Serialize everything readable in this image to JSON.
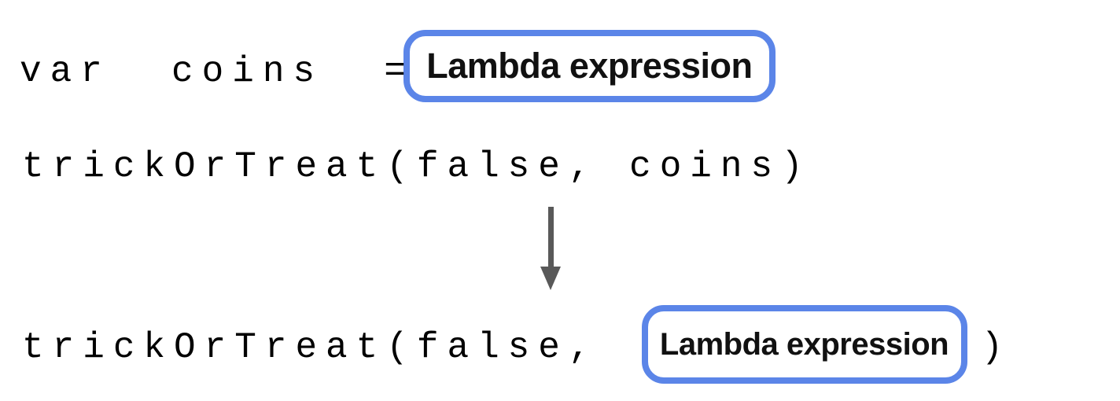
{
  "colors": {
    "badge-border": "#5b85e8",
    "arrow": "#595959",
    "code_text": "#000000",
    "badge_text": "#111111",
    "background": "#ffffff"
  },
  "diagram": {
    "assignment_line": {
      "code": "var  coins  =",
      "badge_label": "Lambda expression"
    },
    "call_line": {
      "code": "trickOrTreat(false, coins)"
    },
    "arrow_icon": "down-arrow",
    "substituted_call_line": {
      "code_before": "trickOrTreat(false,",
      "badge_label": "Lambda expression",
      "code_after": ")"
    }
  }
}
